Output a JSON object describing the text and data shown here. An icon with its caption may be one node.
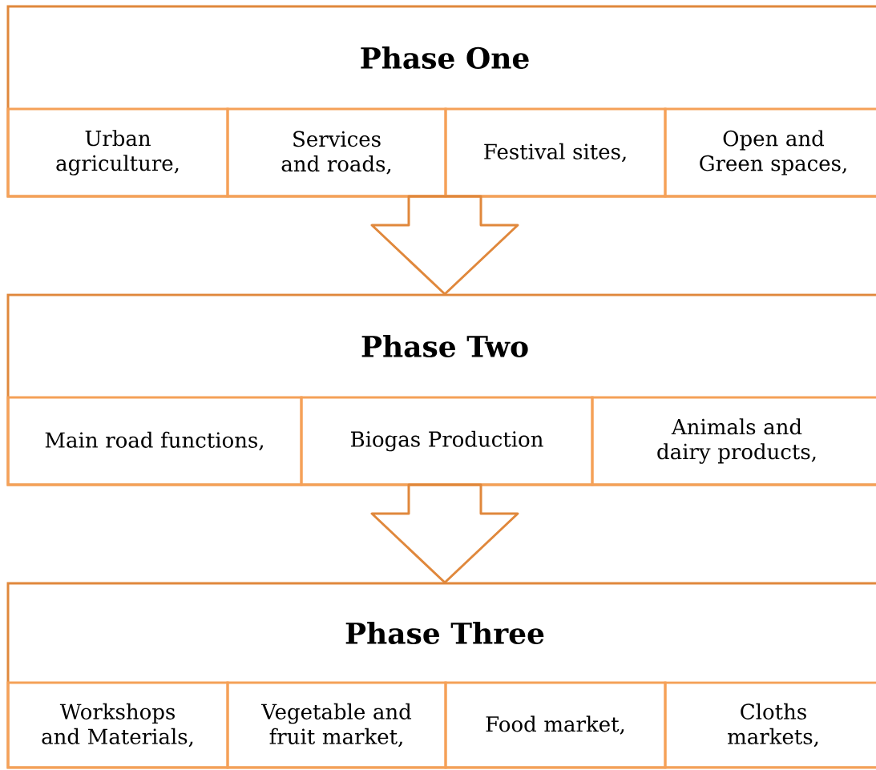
{
  "diagram": {
    "nodes": [
      {
        "text": [
          "Phase One"
        ]
      },
      {
        "text": [
          "Urban agriculture,"
        ],
        "in": 0
      },
      {
        "text": [
          "Services and roads,"
        ],
        "in": 0
      },
      {
        "text": [
          "Festival sites,"
        ],
        "in": 0
      },
      {
        "text": [
          "Open and Green spaces,"
        ],
        "in": 0
      },
      {
        "text": [
          "Phase Two"
        ]
      },
      {
        "text": [
          "Main road functions,"
        ],
        "in": 5
      },
      {
        "text": [
          "Biogas Production"
        ],
        "in": 5
      },
      {
        "text": [
          "Animals and dairy products,"
        ],
        "in": 5
      },
      {
        "text": [
          "Phase Three"
        ]
      },
      {
        "text": [
          "Workshops and Materials,"
        ],
        "in": 9
      },
      {
        "text": [
          "Vegetable and fruit market,"
        ],
        "in": 9
      },
      {
        "text": [
          "Food market,"
        ],
        "in": 9
      },
      {
        "text": [
          "Cloths markets,"
        ],
        "in": 9
      }
    ],
    "edges": [
      {
        "from": 0,
        "to": 5,
        "arrow": "to"
      },
      {
        "from": 5,
        "to": 9,
        "arrow": "to"
      }
    ]
  }
}
